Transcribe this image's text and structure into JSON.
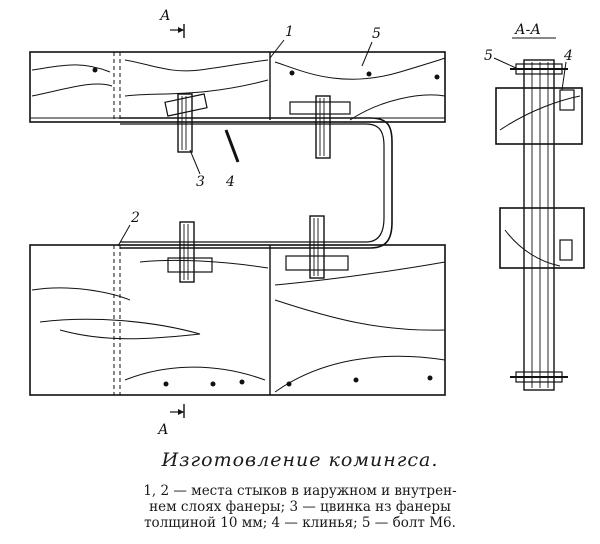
{
  "figure": {
    "section_label": "А-А",
    "cut_marks": [
      "А",
      "А"
    ],
    "callouts": {
      "c1": "1",
      "c2": "2",
      "c3": "3",
      "c4": "4",
      "c5": "5",
      "c5_section": "5",
      "c4_section": "4"
    }
  },
  "caption": {
    "title": "Изготовление комингса.",
    "legend_lines": [
      "1, 2 — места стыков в иаружном и внутрен-",
      "нем слоях фанеры; 3 — цвинка нз фанеры",
      "толщиной 10 мм; 4 — клинья; 5 — болт М6."
    ]
  },
  "colors": {
    "ink": "#111111",
    "paper": "#ffffff"
  }
}
